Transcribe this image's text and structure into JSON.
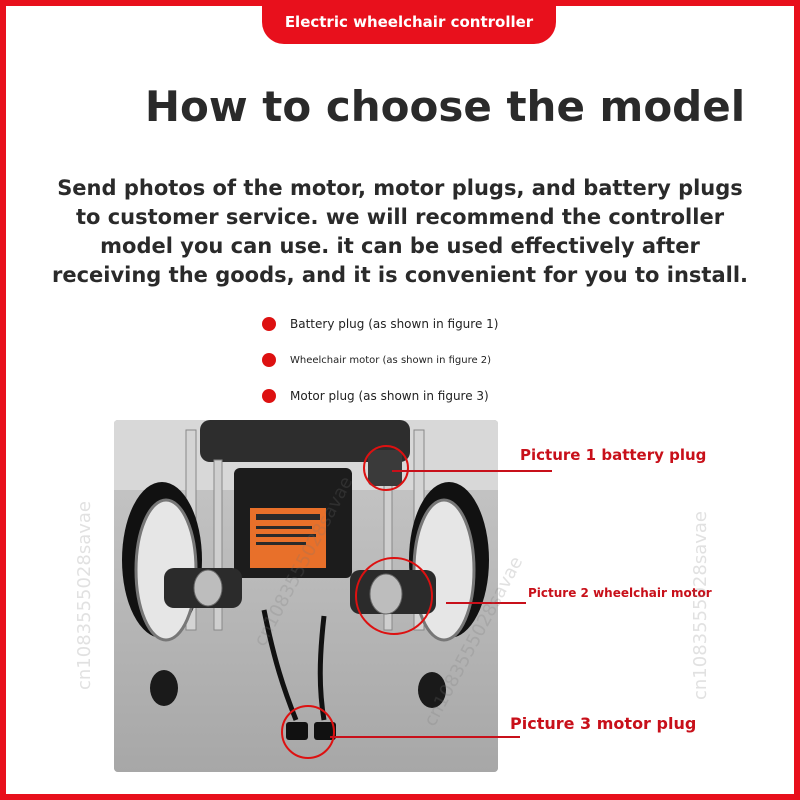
{
  "banner": {
    "label": "Electric wheelchair controller"
  },
  "title": "How to choose the model",
  "description": {
    "line1": "Send photos of the motor, motor plugs, and battery plugs",
    "line2": "to customer service. we will recommend the controller",
    "line3": "model you can use. it can be used effectively after",
    "line4": "receiving the goods, and it is convenient for you to install."
  },
  "bullets": [
    "Battery plug (as shown in figure 1)",
    "Wheelchair motor (as shown in figure 2)",
    "Motor plug (as shown in figure 3)"
  ],
  "callouts": {
    "picture1": "Picture 1 battery plug",
    "picture2": "Picture 2 wheelchair motor",
    "picture3": "Picture 3 motor plug"
  },
  "watermark": "cn1083555028savae",
  "colors": {
    "accent": "#e8101c",
    "text": "#2a2a2a",
    "photo_bg": "#bdbdbd"
  }
}
